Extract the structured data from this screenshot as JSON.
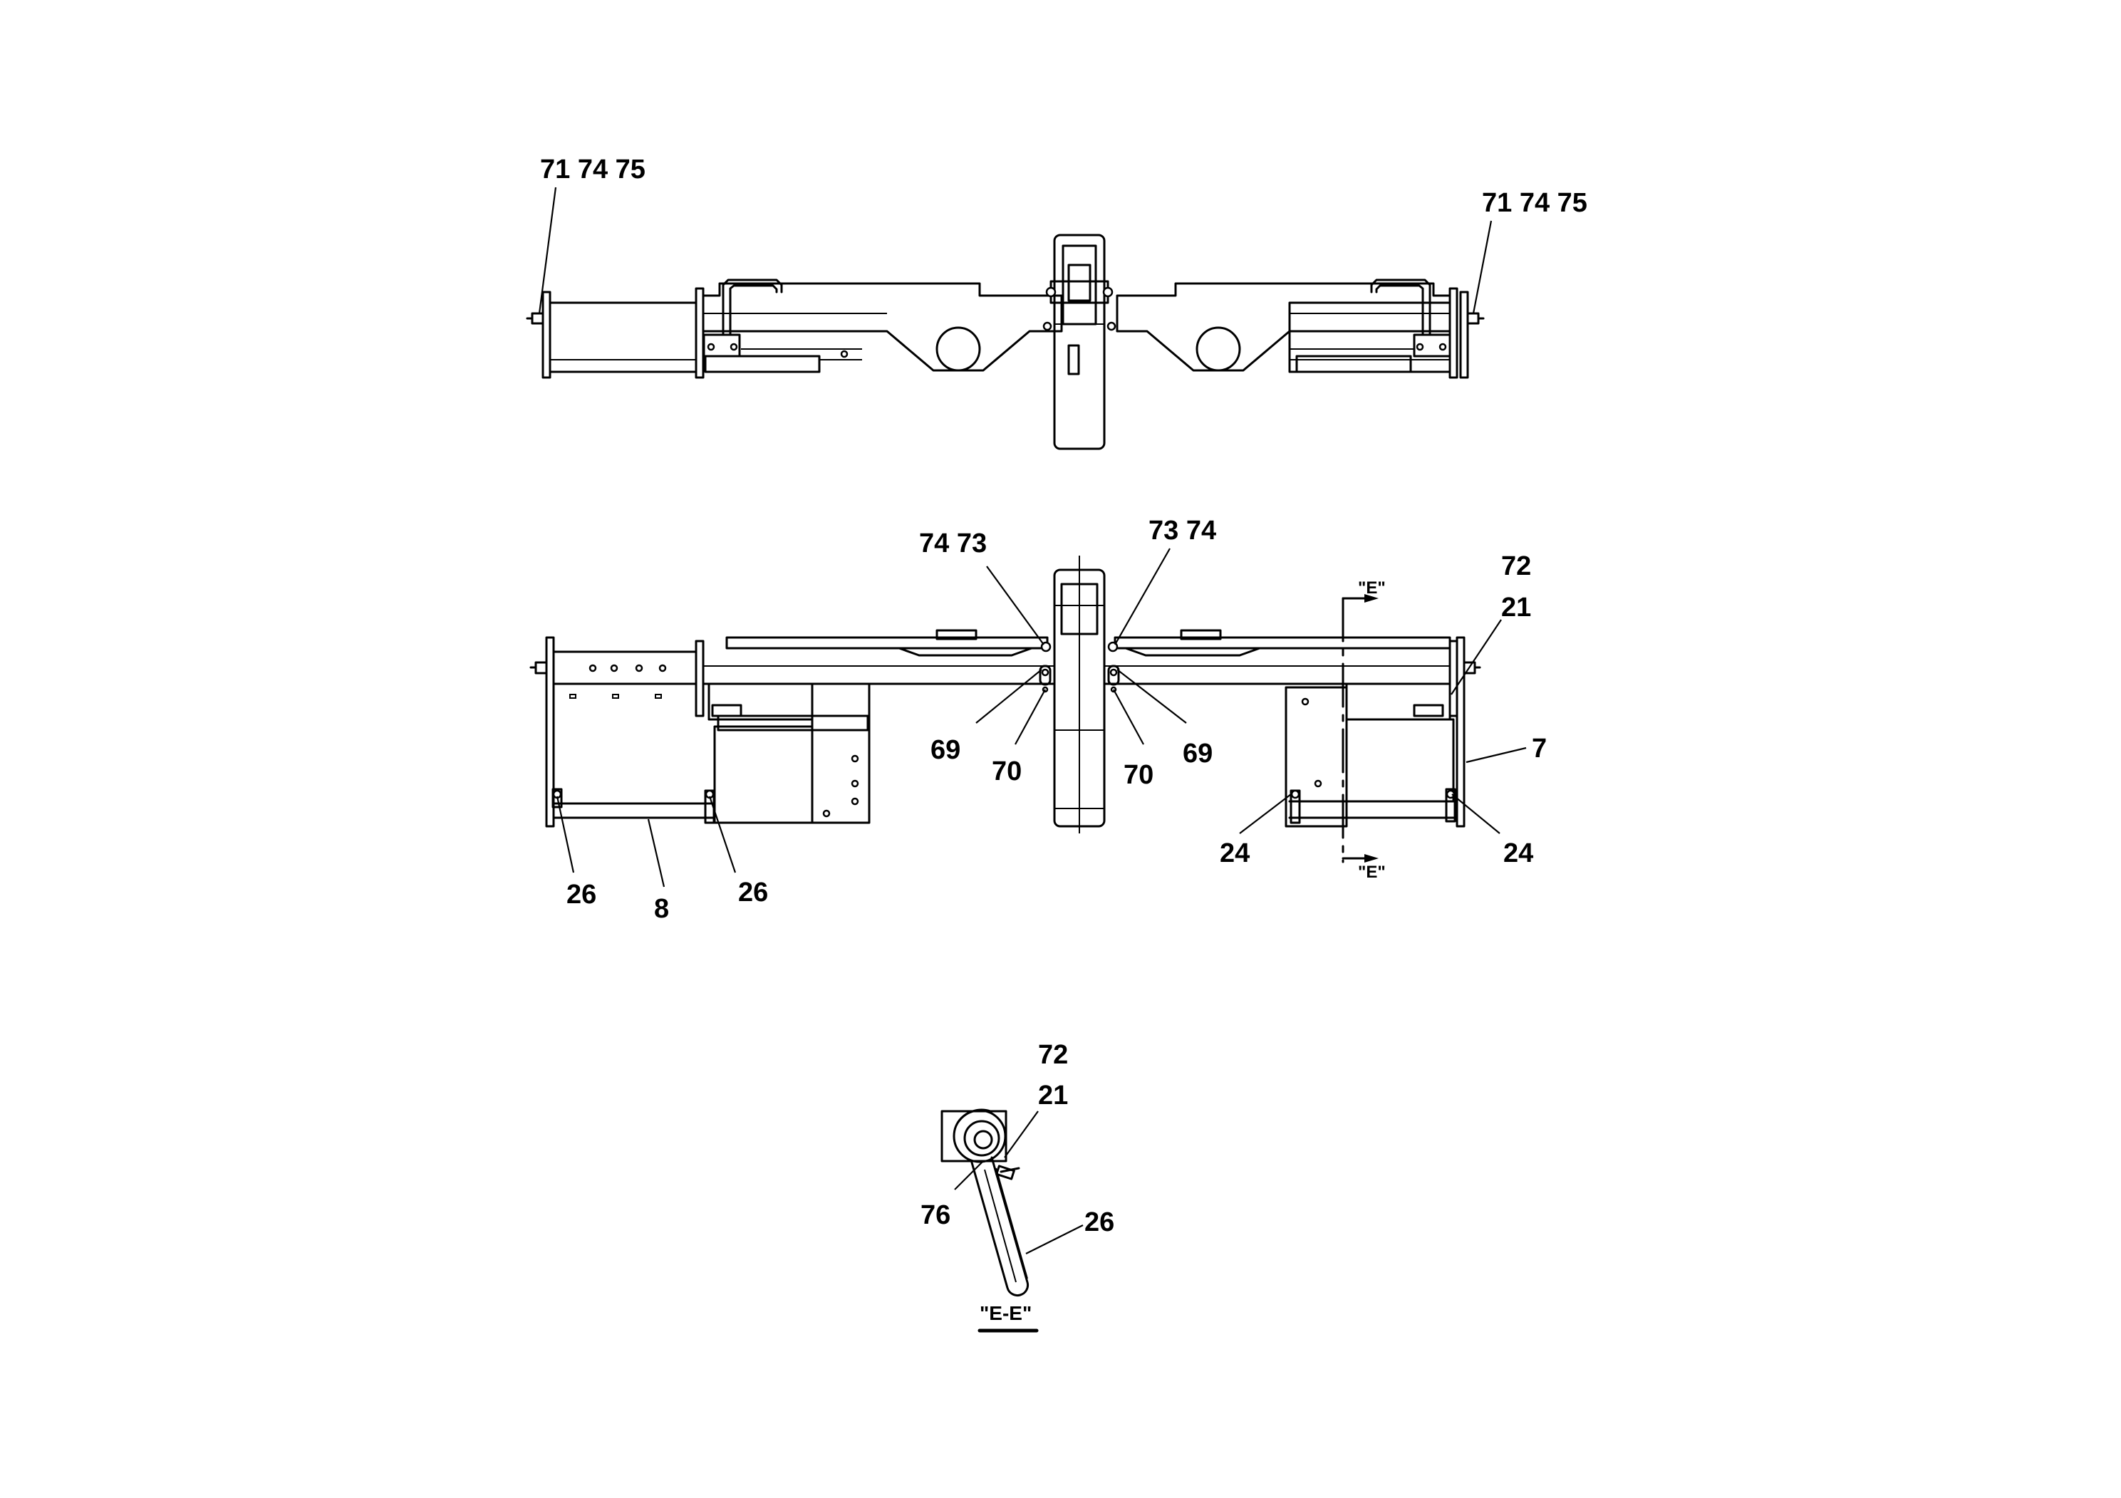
{
  "callouts": {
    "top_left": "71 74 75",
    "top_right": "71 74 75",
    "mid_74_73": "74 73",
    "mid_73_74": "73 74",
    "mid_72": "72",
    "mid_21": "21",
    "mid_69_left": "69",
    "mid_70_left": "70",
    "mid_70_right": "70",
    "mid_69_right": "69",
    "mid_7": "7",
    "mid_24_left": "24",
    "mid_24_right": "24",
    "mid_26_left": "26",
    "mid_8": "8",
    "mid_26_right": "26",
    "sec_72": "72",
    "sec_21": "21",
    "sec_76": "76",
    "sec_26": "26"
  },
  "section_marks": {
    "upper": "\"E\"",
    "lower": "\"E\""
  },
  "section_title": "\"E-E\""
}
